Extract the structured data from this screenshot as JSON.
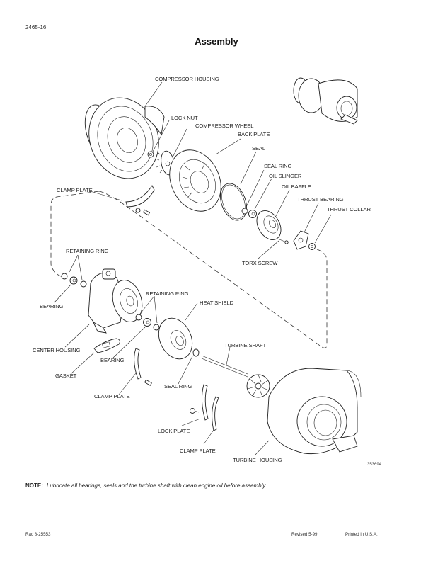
{
  "header": {
    "doc_number": "2465-16",
    "title": "Assembly"
  },
  "labels": {
    "compressor_housing": "COMPRESSOR HOUSING",
    "lock_nut": "LOCK NUT",
    "compressor_wheel": "COMPRESSOR WHEEL",
    "back_plate": "BACK PLATE",
    "seal": "SEAL",
    "seal_ring_top": "SEAL RING",
    "oil_slinger": "OIL SLINGER",
    "oil_baffle": "OIL BAFFLE",
    "thrust_bearing": "THRUST BEARING",
    "thrust_collar": "THRUST COLLAR",
    "clamp_plate_top": "CLAMP PLATE",
    "torx_screw": "TORX SCREW",
    "retaining_ring_left": "RETAINING RING",
    "bearing_left": "BEARING",
    "retaining_ring_mid": "RETAINING RING",
    "heat_shield": "HEAT SHIELD",
    "center_housing": "CENTER HOUSING",
    "bearing_mid": "BEARING",
    "turbine_shaft": "TURBINE SHAFT",
    "gasket": "GASKET",
    "clamp_plate_mid": "CLAMP PLATE",
    "seal_ring_bottom": "SEAL RING",
    "lock_plate": "LOCK PLATE",
    "clamp_plate_bottom": "CLAMP PLATE",
    "turbine_housing": "TURBINE HOUSING"
  },
  "figure_number": "353694",
  "note": {
    "label": "NOTE:",
    "text": "Lubricate all bearings, seals and the turbine shaft with clean engine oil before assembly."
  },
  "footer": {
    "left": "Rac 8-25553",
    "revised": "Revised 5-99",
    "printed": "Printed in U.S.A."
  }
}
